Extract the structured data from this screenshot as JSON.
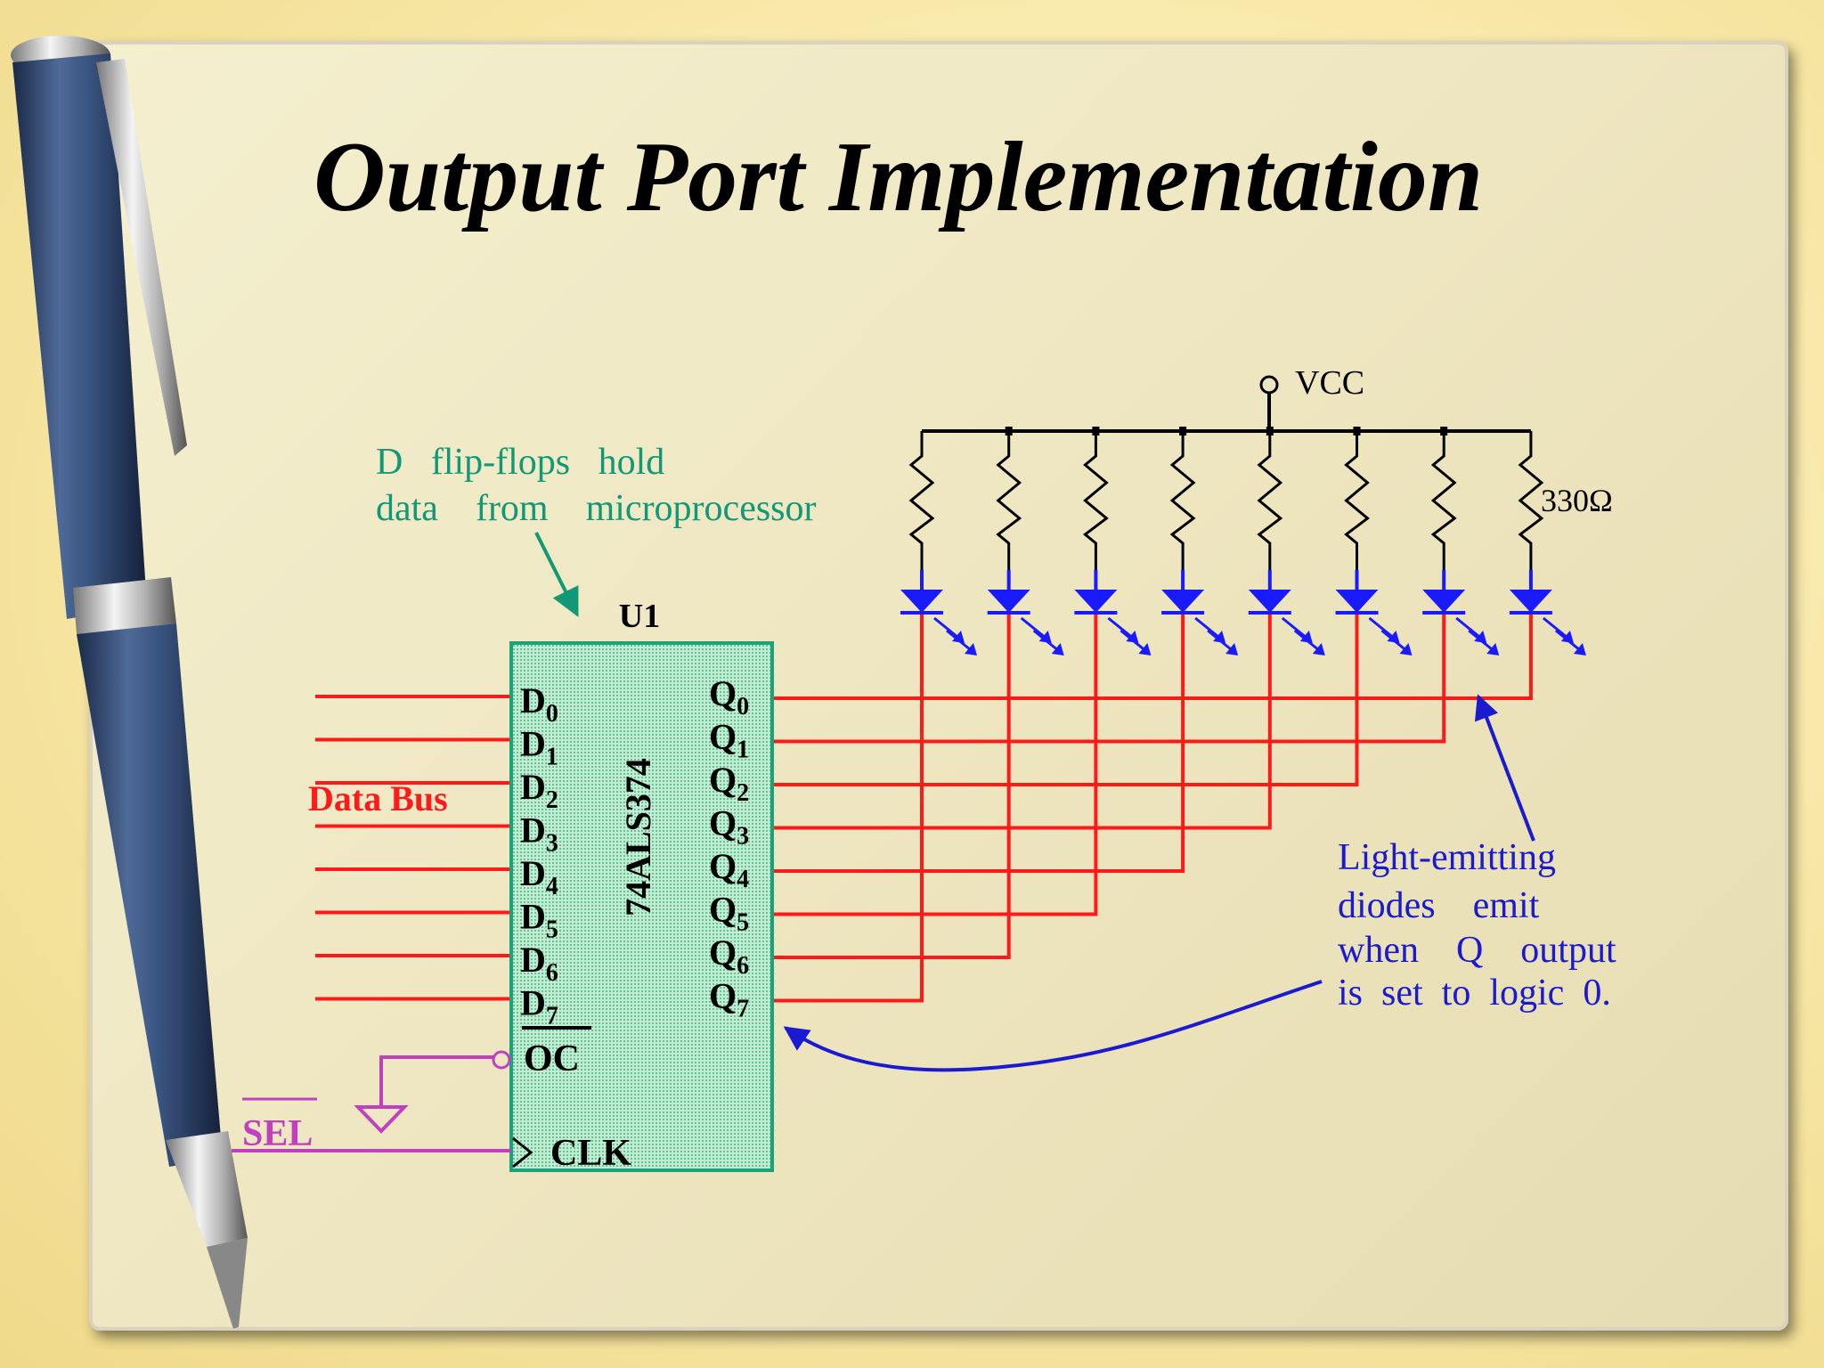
{
  "slide": {
    "title": "Output Port Implementation"
  },
  "diagram": {
    "chip": {
      "ref": "U1",
      "part": "74ALS374",
      "inputs": [
        "D0",
        "D1",
        "D2",
        "D3",
        "D4",
        "D5",
        "D6",
        "D7"
      ],
      "outputs": [
        "Q0",
        "Q1",
        "Q2",
        "Q3",
        "Q4",
        "Q5",
        "Q6",
        "Q7"
      ],
      "oc_label": "OC",
      "clk_label": "CLK"
    },
    "data_bus_label": "Data Bus",
    "sel_label": "SEL",
    "vcc_label": "VCC",
    "resistor_label": "330Ω",
    "annotation_flipflops": [
      "D   flip-flops   hold",
      "data    from    microprocessor"
    ],
    "annotation_leds": [
      "Light-emitting",
      "diodes    emit",
      "when    Q    output",
      "is  set  to  logic  0."
    ],
    "colors": {
      "bus": "#ff1a1a",
      "led": "#1a1aff",
      "chip_border": "#1aa37a",
      "chip_fill": "#9fe0c0",
      "annotation_green": "#119977",
      "annotation_blue": "#1a1ad0",
      "sel": "#c040c0"
    }
  }
}
